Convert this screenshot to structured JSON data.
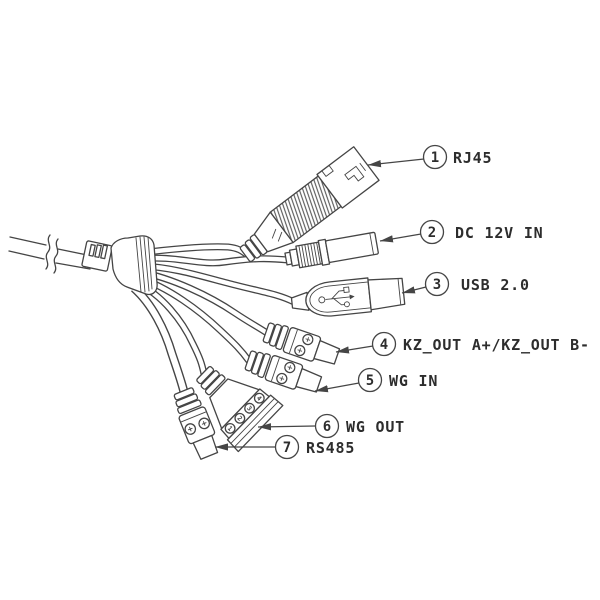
{
  "diagram": {
    "kind": "cable-breakout-pigtail-diagram",
    "background_color": "#ffffff",
    "line_color": "#454545",
    "text_color": "#2d2d2d",
    "callouts": [
      {
        "num": "1",
        "label": "RJ45"
      },
      {
        "num": "2",
        "label": "DC 12V IN"
      },
      {
        "num": "3",
        "label": "USB 2.0"
      },
      {
        "num": "4",
        "label": "KZ_OUT A+/KZ_OUT B-"
      },
      {
        "num": "5",
        "label": "WG IN"
      },
      {
        "num": "6",
        "label": "WG OUT"
      },
      {
        "num": "7",
        "label": "RS485"
      }
    ],
    "wg_out_terminals": [
      "1",
      "2",
      "3",
      "4"
    ]
  }
}
